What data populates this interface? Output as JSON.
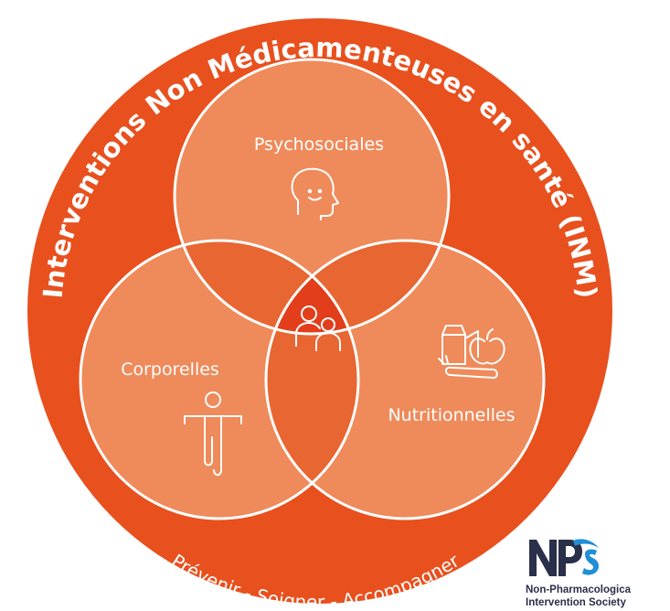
{
  "diagram": {
    "ring_title": "Interventions Non Médicamenteuses en santé (INM)",
    "ring_subtitle": "Prévenir - Soigner - Accompagner",
    "circles": [
      {
        "label": "Psychosociales",
        "icon": "person-head-smile-icon"
      },
      {
        "label": "Corporelles",
        "icon": "body-figure-icon"
      },
      {
        "label": "Nutritionnelles",
        "icon": "food-milk-apple-carrot-icon"
      }
    ],
    "center_icon": "people-group-icon",
    "colors": {
      "outer": "#e8501e",
      "circle_fill": "#ef8a5a",
      "pair_overlap": "#e86631",
      "center": "#e23e1b",
      "stroke": "#ffffff",
      "logo_navy": "#2a2f4a",
      "logo_blue": "#1f8fd6"
    }
  },
  "logo": {
    "mark_letters": "NPIS",
    "line1": "Non-Pharmacologica",
    "line2": "Intervention Society"
  }
}
